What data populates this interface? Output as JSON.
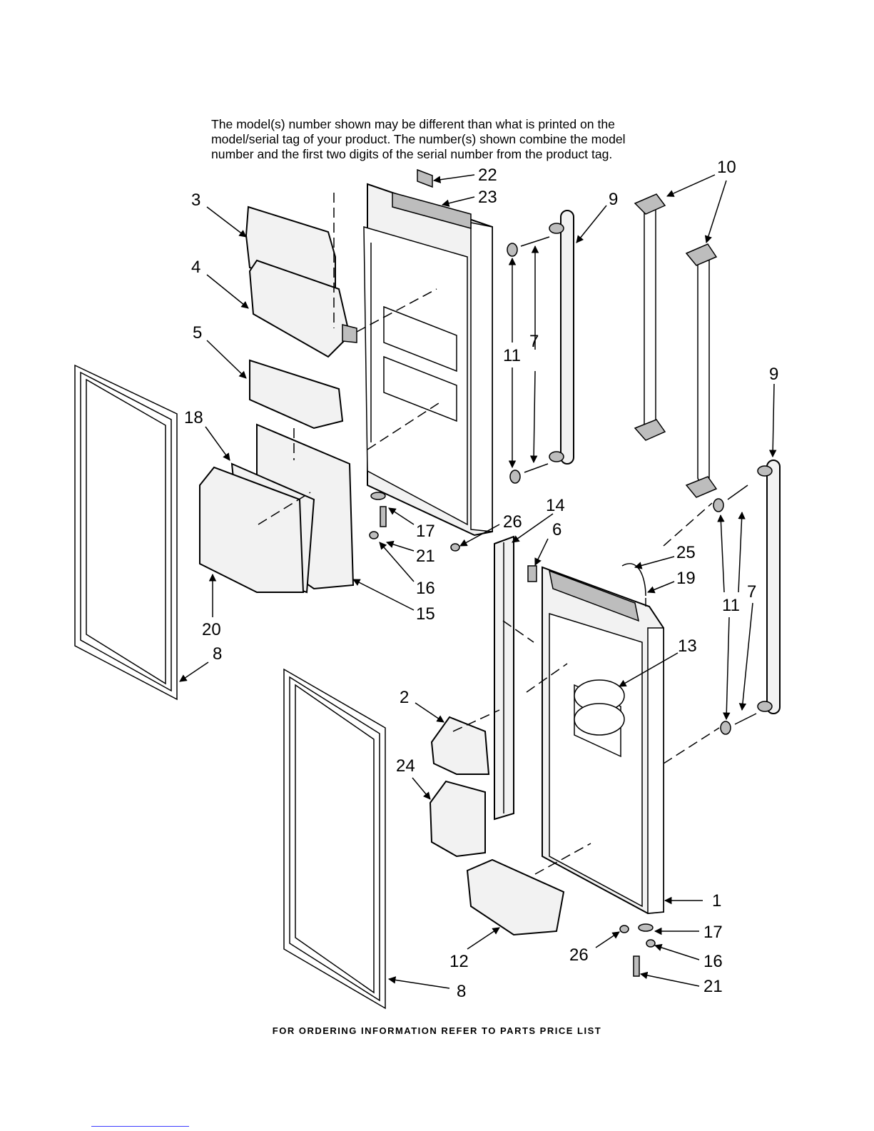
{
  "notice": {
    "line1": "The model(s) number shown may be different than what is printed on the",
    "line2": "model/serial tag of your product. The number(s) shown combine the model",
    "line3": "number and the first two digits of the serial number from the product tag."
  },
  "footer": "FOR ORDERING INFORMATION REFER TO PARTS PRICE LIST",
  "callouts": {
    "c22": "22",
    "c23": "23",
    "c10": "10",
    "c3": "3",
    "c9a": "9",
    "c4": "4",
    "c5": "5",
    "c11a": "11",
    "c7a": "7",
    "c9b": "9",
    "c18": "18",
    "c14": "14",
    "c17a": "17",
    "c26a": "26",
    "c6": "6",
    "c21a": "21",
    "c25": "25",
    "c19": "19",
    "c16a": "16",
    "c11b": "11",
    "c7b": "7",
    "c15": "15",
    "c13": "13",
    "c20": "20",
    "c8a": "8",
    "c2": "2",
    "c24": "24",
    "c1": "1",
    "c17b": "17",
    "c26b": "26",
    "c16b": "16",
    "c12": "12",
    "c21b": "21",
    "c8b": "8"
  }
}
